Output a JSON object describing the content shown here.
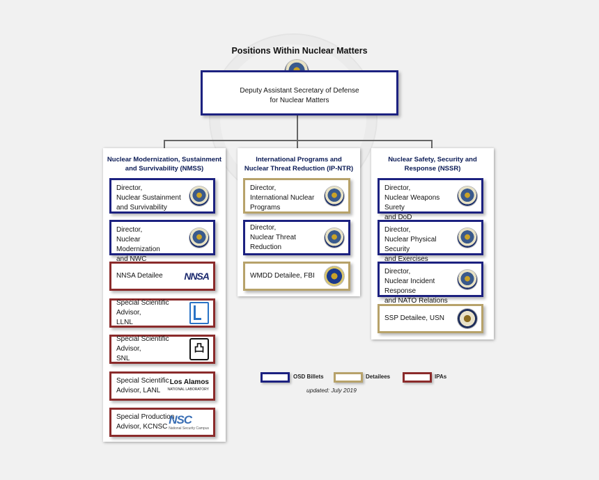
{
  "title": "Positions Within Nuclear Matters",
  "top": {
    "line1": "Deputy Assistant Secretary of Defense",
    "line2": "for Nuclear Matters",
    "icon": "dod-seal-icon"
  },
  "columns": [
    {
      "title_line1": "Nuclear Modernization, Sustainment",
      "title_line2": "and Survivability (NMSS)",
      "cards": [
        {
          "type": "osd",
          "lines": [
            "Director,",
            "Nuclear Sustainment",
            "and Survivability"
          ],
          "icon": "dod-seal-icon"
        },
        {
          "type": "osd",
          "lines": [
            "Director,",
            "Nuclear Modernization",
            "and NWC"
          ],
          "icon": "dod-seal-icon"
        },
        {
          "type": "ipa",
          "lines": [
            "NNSA Detailee"
          ],
          "icon": "nnsa-logo",
          "logo_text": "NNSA"
        },
        {
          "type": "ipa",
          "lines": [
            "Special Scientific Advisor,",
            "LLNL"
          ],
          "icon": "llnl-logo"
        },
        {
          "type": "ipa",
          "lines": [
            "Special Scientific Advisor,",
            "SNL"
          ],
          "icon": "snl-logo",
          "logo_text": "凸"
        },
        {
          "type": "ipa",
          "lines": [
            "Special Scientific",
            "Advisor, LANL"
          ],
          "icon": "lanl-logo",
          "logo_text": "Los Alamos",
          "logo_sub": "NATIONAL LABORATORY"
        },
        {
          "type": "ipa",
          "lines": [
            "Special Production",
            "Advisor, KCNSC"
          ],
          "icon": "kcnsc-logo",
          "logo_text": "NSC",
          "logo_sub": "National Security Campus"
        }
      ]
    },
    {
      "title_line1": "International Programs and",
      "title_line2": "Nuclear Threat Reduction (IP-NTR)",
      "cards": [
        {
          "type": "det",
          "lines": [
            "Director,",
            "International Nuclear",
            "Programs"
          ],
          "icon": "dod-seal-icon"
        },
        {
          "type": "osd",
          "lines": [
            "Director,",
            "Nuclear Threat Reduction"
          ],
          "icon": "dod-seal-icon"
        },
        {
          "type": "det",
          "lines": [
            "WMDD Detailee, FBI"
          ],
          "icon": "fbi-seal-icon"
        }
      ]
    },
    {
      "title_line1": "Nuclear Safety, Security and",
      "title_line2": "Response (NSSR)",
      "cards": [
        {
          "type": "osd",
          "lines": [
            "Director,",
            "Nuclear Weapons Surety",
            "and DoD Publications"
          ],
          "icon": "dod-seal-icon"
        },
        {
          "type": "osd",
          "lines": [
            "Director,",
            "Nuclear Physical Security",
            "and Exercises"
          ],
          "icon": "dod-seal-icon"
        },
        {
          "type": "osd",
          "lines": [
            "Director,",
            "Nuclear Incident Response",
            "and NATO Relations"
          ],
          "icon": "dod-seal-icon"
        },
        {
          "type": "det",
          "lines": [
            "SSP Detailee, USN"
          ],
          "icon": "navy-seal-icon"
        }
      ]
    }
  ],
  "legend": [
    {
      "label": "OSD Billets",
      "color": "#1c2180"
    },
    {
      "label": "Detailees",
      "color": "#b7a26a"
    },
    {
      "label": "IPAs",
      "color": "#8b2b2b"
    }
  ],
  "updated": "updated:  July 2019"
}
